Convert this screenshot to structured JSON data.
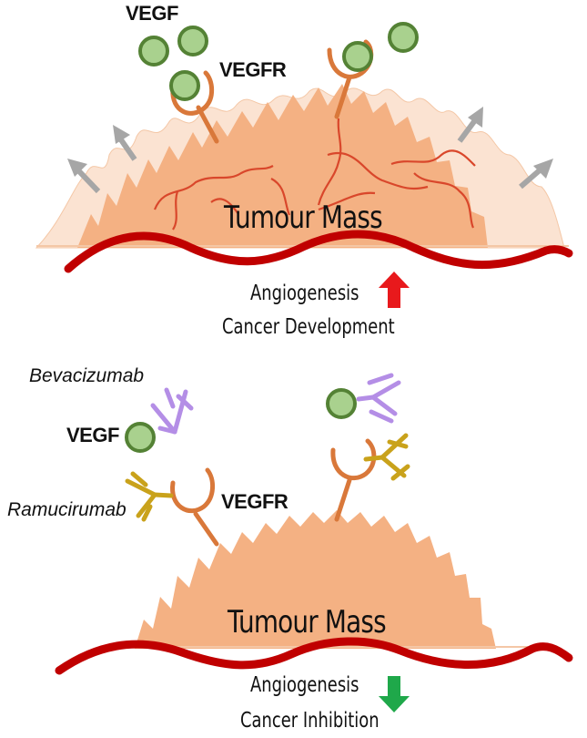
{
  "top_panel": {
    "ligand_label": "VEGF",
    "receptor_label": "VEGFR",
    "mass_label": "Tumour Mass",
    "caption_line1": "Angiogenesis",
    "caption_line2": "Cancer Development",
    "arrow_direction": "up",
    "arrow_color": "#e8191c"
  },
  "bottom_panel": {
    "antibody1_label": "Bevacizumab",
    "antibody2_label": "Ramucirumab",
    "ligand_label": "VEGF",
    "receptor_label": "VEGFR",
    "mass_label": "Tumour Mass",
    "caption_line1": "Angiogenesis",
    "caption_line2": "Cancer Inhibition",
    "arrow_direction": "down",
    "arrow_color": "#1fa84a"
  },
  "colors": {
    "tumour_fill": "#f4b183",
    "vessel": "#c00000",
    "receptor": "#d9783a",
    "vegf_fill": "#a9d18e",
    "vegf_stroke": "#548235",
    "bevacizumab": "#b48ee6",
    "ramucirumab": "#c9a21b",
    "growth_arrow": "#a6a6a6"
  }
}
